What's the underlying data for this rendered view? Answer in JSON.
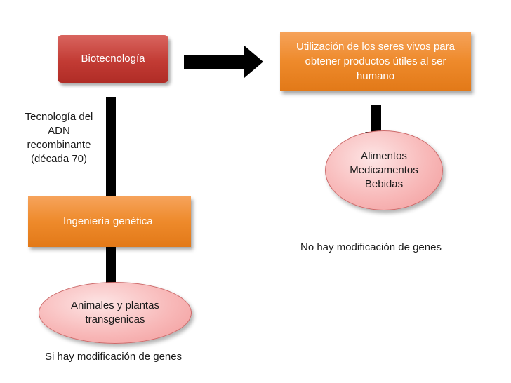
{
  "nodes": {
    "biotecnologia": "Biotecnología",
    "utilizacion": [
      "Utilización de los seres vivos para",
      "obtener productos útiles al ser",
      "humano"
    ],
    "ingenieria": "Ingeniería genética",
    "productos": [
      "Alimentos",
      "Medicamentos",
      "Bebidas"
    ],
    "transgenicos": [
      "Animales y plantas",
      "transgenicas"
    ]
  },
  "labels": {
    "tecnologia": [
      "Tecnología del",
      "ADN",
      "recombinante",
      "(década 70)"
    ],
    "no_modificacion": "No hay modificación de genes",
    "si_modificacion": "Si hay modificación de genes"
  },
  "colors": {
    "red_box": "#c23b34",
    "orange_box": "#ee8a2b",
    "ellipse_fill": "#f8b9b9",
    "arrow": "#000000"
  }
}
